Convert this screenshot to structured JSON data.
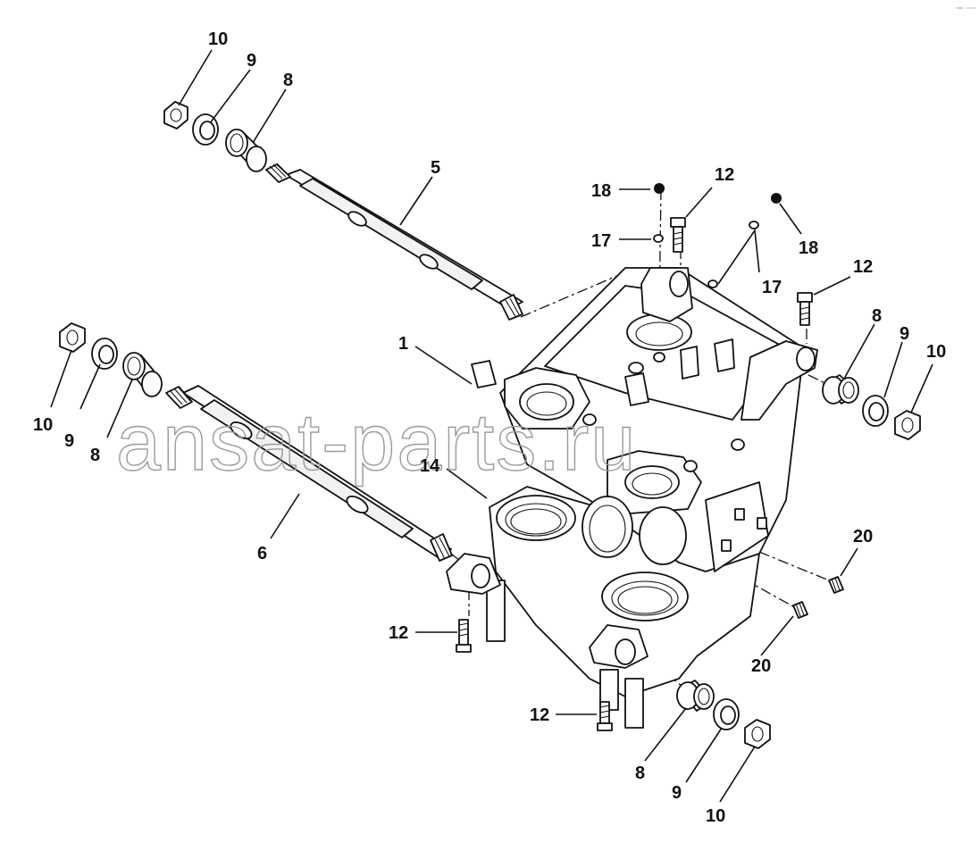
{
  "watermark": "ansat-parts.ru",
  "callouts": {
    "c1": "1",
    "c5": "5",
    "c6": "6",
    "c14": "14",
    "c8": "8",
    "c9": "9",
    "c10": "10",
    "c12": "12",
    "c17": "17",
    "c18": "18",
    "c20": "20"
  }
}
